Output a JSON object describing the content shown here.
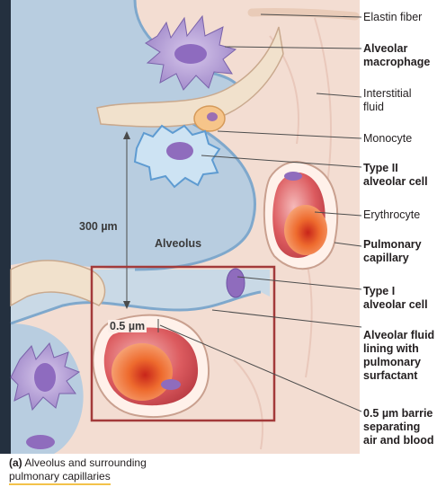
{
  "labels": {
    "elastin_fiber": "Elastin fiber",
    "alveolar_macrophage": "Alveolar\nmacrophage",
    "interstitial_fluid": "Interstitial\nfluid",
    "monocyte": "Monocyte",
    "type_ii_cell": "Type II\nalveolar cell",
    "erythrocyte": "Erythrocyte",
    "pulmonary_capillary": "Pulmonary\ncapillary",
    "type_i_cell": "Type I\nalveolar cell",
    "fluid_lining": "Alveolar fluid\nlining with\npulmonary\nsurfactant",
    "barrier": "0.5 µm barrie\nseparating\nair and blood"
  },
  "inner_labels": {
    "distance_300": "300 µm",
    "alveolus": "Alveolus",
    "distance_05": "0.5 µm"
  },
  "caption": {
    "tag": "(a)",
    "line1": "Alveolus and surrounding",
    "line2": "pulmonary capillaries"
  },
  "colors": {
    "tissue": "#f4ddd2",
    "alveolus": "#b9cfe0",
    "dark_left": "#24303f",
    "macrophage": "#b9a3d6",
    "erythrocyte": "#e6582a",
    "capillary": "#d8454c",
    "highlight_box": "#a33a3a"
  }
}
